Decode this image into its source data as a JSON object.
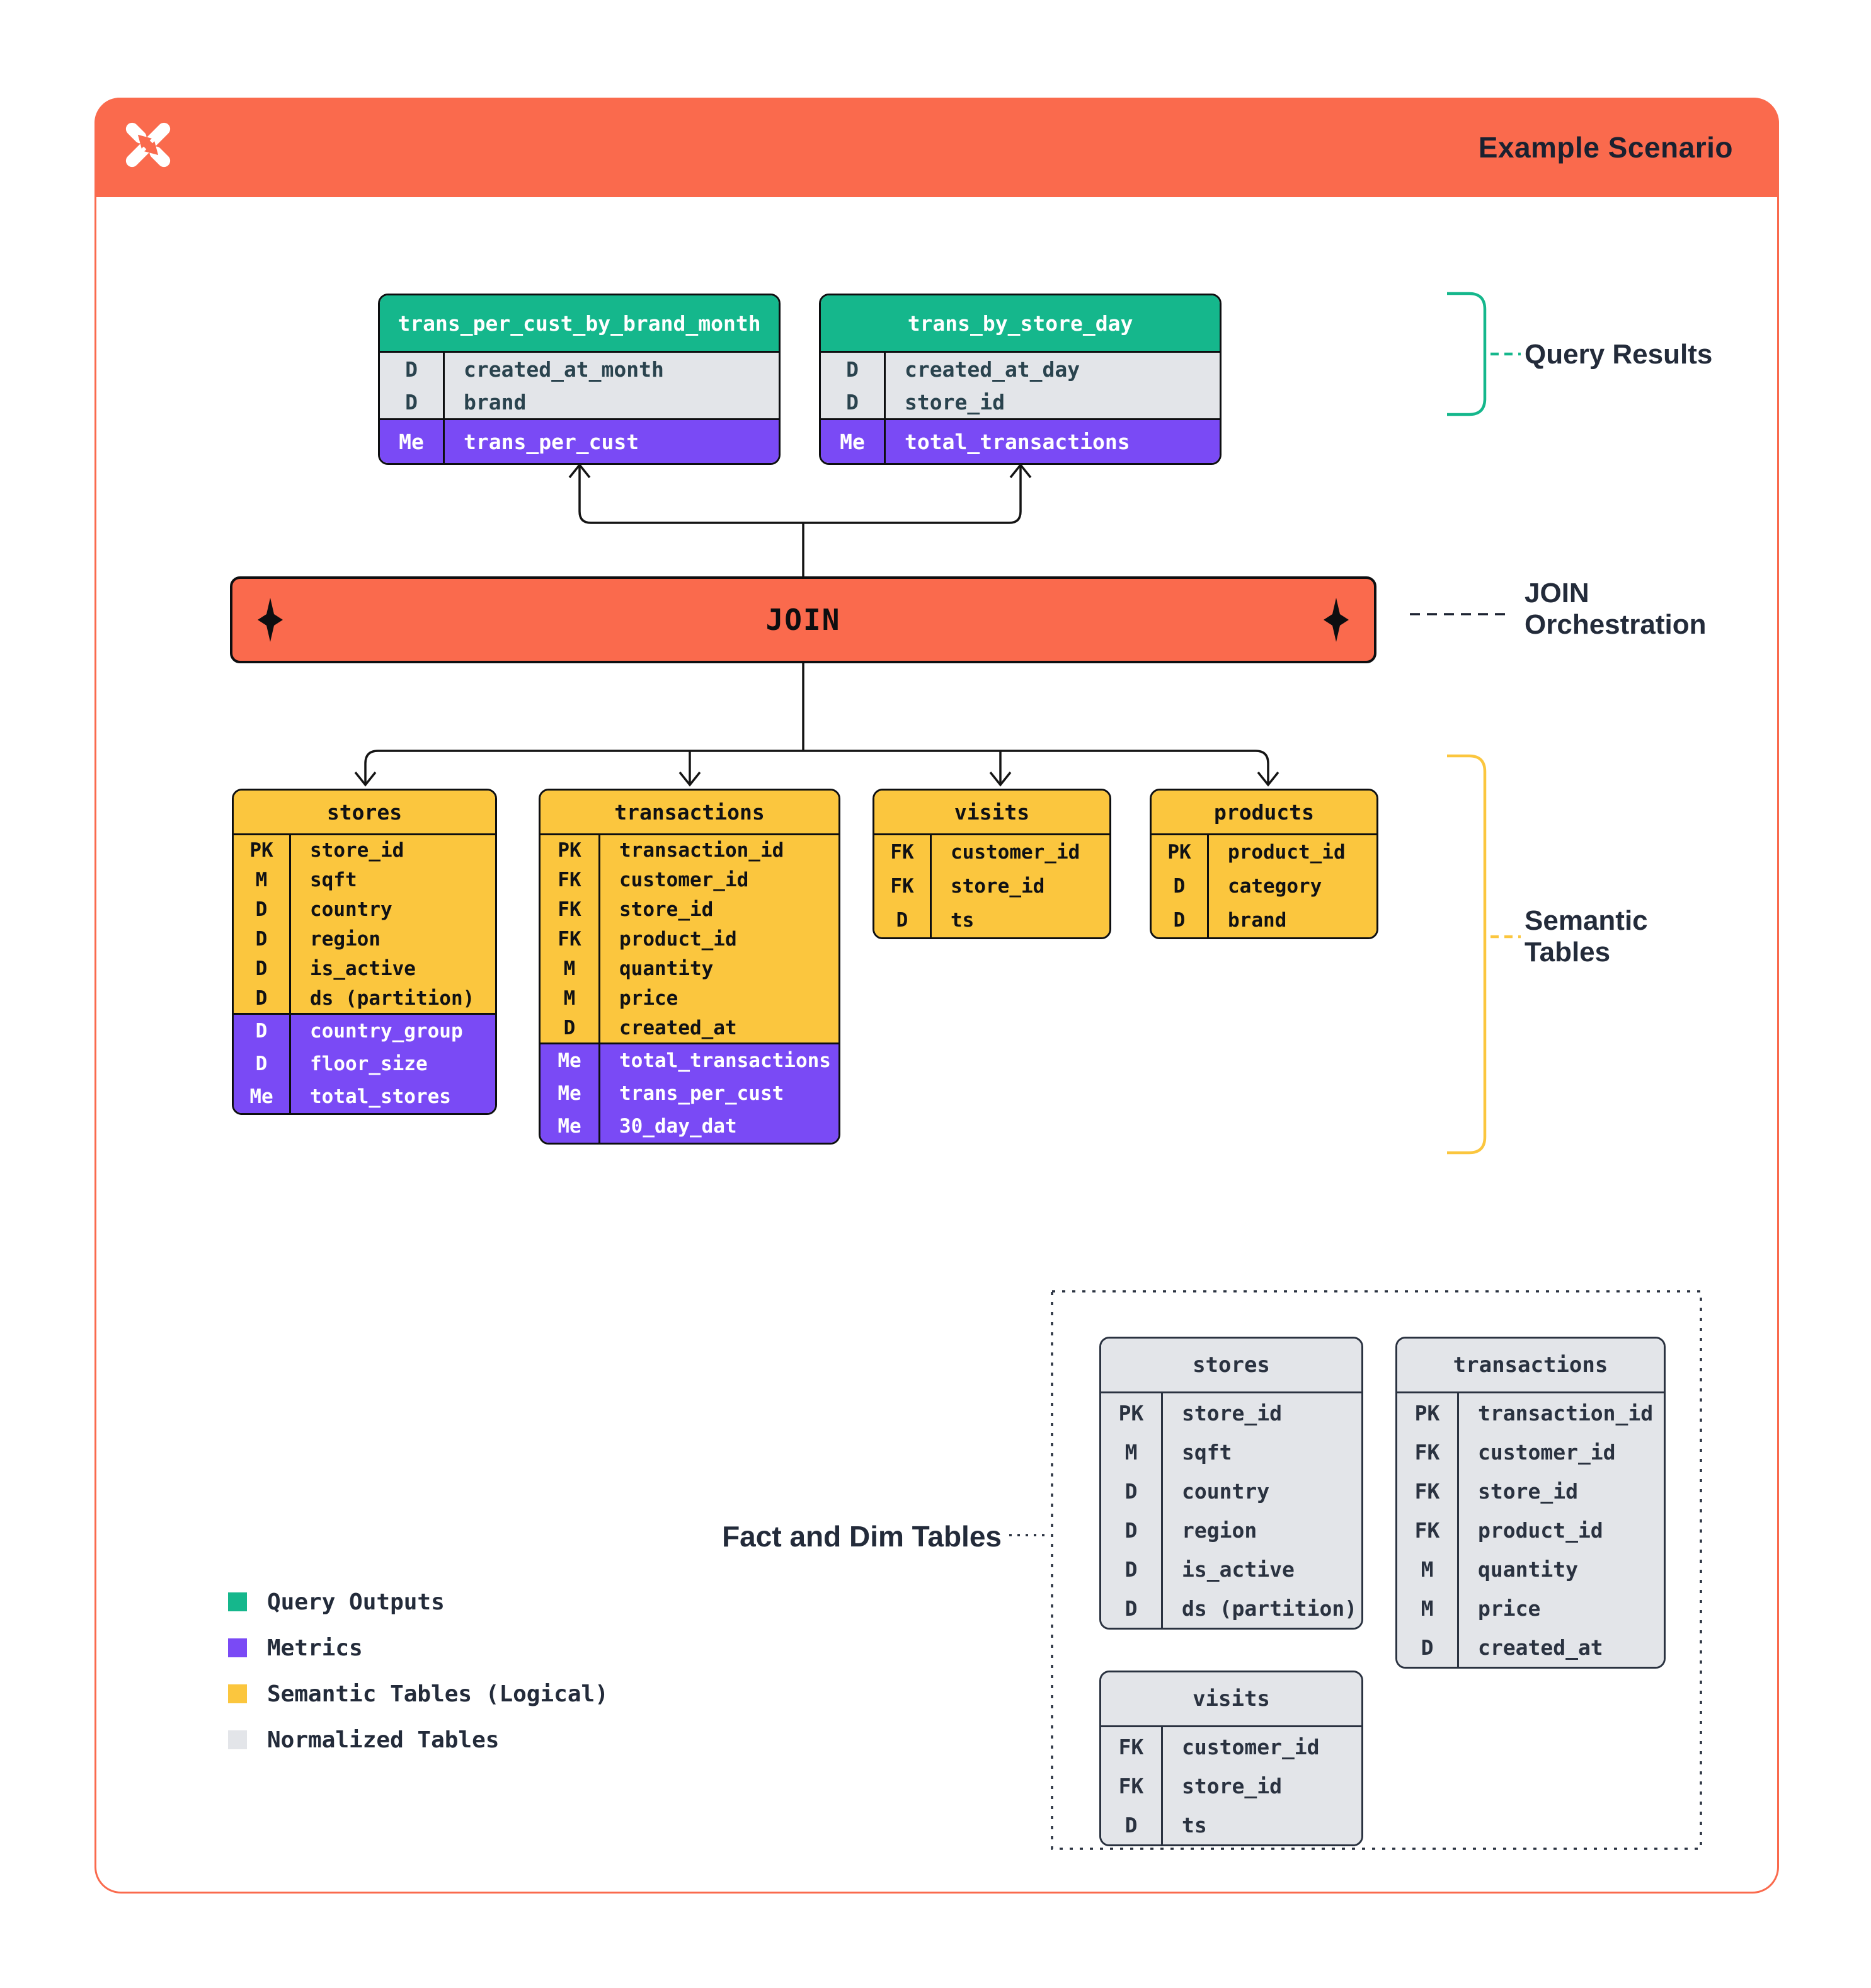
{
  "header": {
    "title": "Example Scenario"
  },
  "icons": {
    "logo": "dagster-pinwheel-logo",
    "join_marker": "four-point-star"
  },
  "join": {
    "label": "JOIN"
  },
  "annotations": {
    "query_results": "Query Results",
    "join_orchestration_line1": "JOIN",
    "join_orchestration_line2": "Orchestration",
    "semantic_tables_line1": "Semantic",
    "semantic_tables_line2": "Tables",
    "fact_dim_tables": "Fact and Dim Tables"
  },
  "colors": {
    "accent_orange": "#FA6A4D",
    "query_green": "#15B78C",
    "metric_purple": "#7A4AF5",
    "semantic_yellow": "#FBC63E",
    "normalized_gray": "#E3E5E9",
    "ink_black": "#0D0E10",
    "navy": "#2A3240"
  },
  "legend": {
    "items": [
      {
        "label": "Query Outputs",
        "color": "#15B78C"
      },
      {
        "label": "Metrics",
        "color": "#7A4AF5"
      },
      {
        "label": "Semantic Tables (Logical)",
        "color": "#FBC63E"
      },
      {
        "label": "Normalized Tables",
        "color": "#E3E5E9"
      }
    ]
  },
  "tables": {
    "query": [
      {
        "id": "q1",
        "title": "trans_per_cust_by_brand_month",
        "dims": [
          [
            "D",
            "created_at_month"
          ],
          [
            "D",
            "brand"
          ]
        ],
        "metrics": [
          [
            "Me",
            "trans_per_cust"
          ]
        ]
      },
      {
        "id": "q2",
        "title": "trans_by_store_day",
        "dims": [
          [
            "D",
            "created_at_day"
          ],
          [
            "D",
            "store_id"
          ]
        ],
        "metrics": [
          [
            "Me",
            "total_transactions"
          ]
        ]
      }
    ],
    "semantic": [
      {
        "id": "s_stores",
        "title": "stores",
        "fields": [
          [
            "PK",
            "store_id"
          ],
          [
            "M",
            "sqft"
          ],
          [
            "D",
            "country"
          ],
          [
            "D",
            "region"
          ],
          [
            "D",
            "is_active"
          ],
          [
            "D",
            "ds (partition)"
          ]
        ],
        "metrics": [
          [
            "D",
            "country_group"
          ],
          [
            "D",
            "floor_size"
          ],
          [
            "Me",
            "total_stores"
          ]
        ]
      },
      {
        "id": "s_transactions",
        "title": "transactions",
        "fields": [
          [
            "PK",
            "transaction_id"
          ],
          [
            "FK",
            "customer_id"
          ],
          [
            "FK",
            "store_id"
          ],
          [
            "FK",
            "product_id"
          ],
          [
            "M",
            "quantity"
          ],
          [
            "M",
            "price"
          ],
          [
            "D",
            "created_at"
          ]
        ],
        "metrics": [
          [
            "Me",
            "total_transactions"
          ],
          [
            "Me",
            "trans_per_cust"
          ],
          [
            "Me",
            "30_day_dat"
          ]
        ]
      },
      {
        "id": "s_visits",
        "title": "visits",
        "fields": [
          [
            "FK",
            "customer_id"
          ],
          [
            "FK",
            "store_id"
          ],
          [
            "D",
            "ts"
          ]
        ],
        "metrics": []
      },
      {
        "id": "s_products",
        "title": "products",
        "fields": [
          [
            "PK",
            "product_id"
          ],
          [
            "D",
            "category"
          ],
          [
            "D",
            "brand"
          ]
        ],
        "metrics": []
      }
    ],
    "normalized": [
      {
        "id": "n_stores",
        "title": "stores",
        "fields": [
          [
            "PK",
            "store_id"
          ],
          [
            "M",
            "sqft"
          ],
          [
            "D",
            "country"
          ],
          [
            "D",
            "region"
          ],
          [
            "D",
            "is_active"
          ],
          [
            "D",
            "ds (partition)"
          ]
        ]
      },
      {
        "id": "n_transactions",
        "title": "transactions",
        "fields": [
          [
            "PK",
            "transaction_id"
          ],
          [
            "FK",
            "customer_id"
          ],
          [
            "FK",
            "store_id"
          ],
          [
            "FK",
            "product_id"
          ],
          [
            "M",
            "quantity"
          ],
          [
            "M",
            "price"
          ],
          [
            "D",
            "created_at"
          ]
        ]
      },
      {
        "id": "n_visits",
        "title": "visits",
        "fields": [
          [
            "FK",
            "customer_id"
          ],
          [
            "FK",
            "store_id"
          ],
          [
            "D",
            "ts"
          ]
        ]
      }
    ]
  }
}
